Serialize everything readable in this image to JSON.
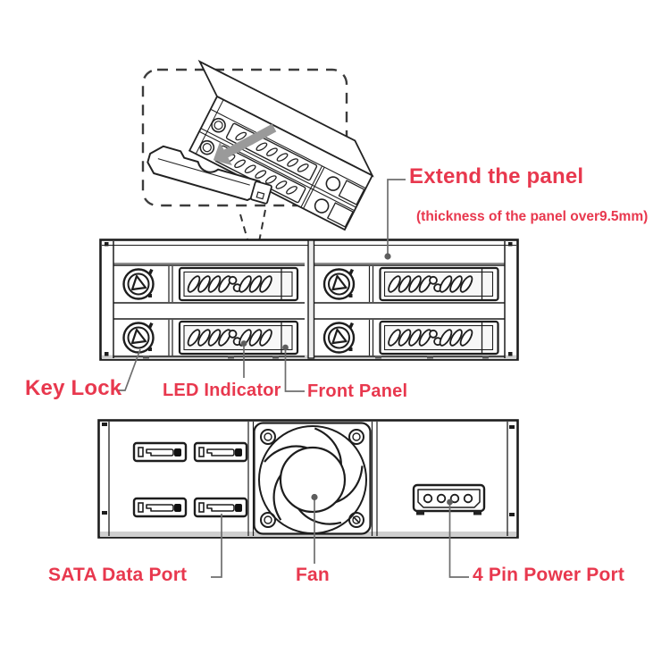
{
  "colors": {
    "accent_red": "#e8384e",
    "line": "#1d1d1d",
    "leader_gray": "#6e6e6e",
    "arrow_gray": "#999999"
  },
  "callouts": {
    "extend_panel": {
      "label": "Extend the panel",
      "note": "(thickness of the panel over9.5mm)"
    },
    "key_lock": {
      "label": "Key Lock"
    },
    "led_indicator": {
      "label": "LED Indicator"
    },
    "front_panel": {
      "label": "Front Panel"
    },
    "sata_data_port": {
      "label": "SATA Data Port"
    },
    "fan": {
      "label": "Fan"
    },
    "power_port": {
      "label": "4 Pin Power Port"
    }
  },
  "diagram": {
    "front_view": {
      "drive_bays": 4,
      "vent_slots_per_bay": 8,
      "key_locks": 4
    },
    "rear_view": {
      "sata_ports": 4,
      "power_pins": 4,
      "fans": 1
    }
  }
}
